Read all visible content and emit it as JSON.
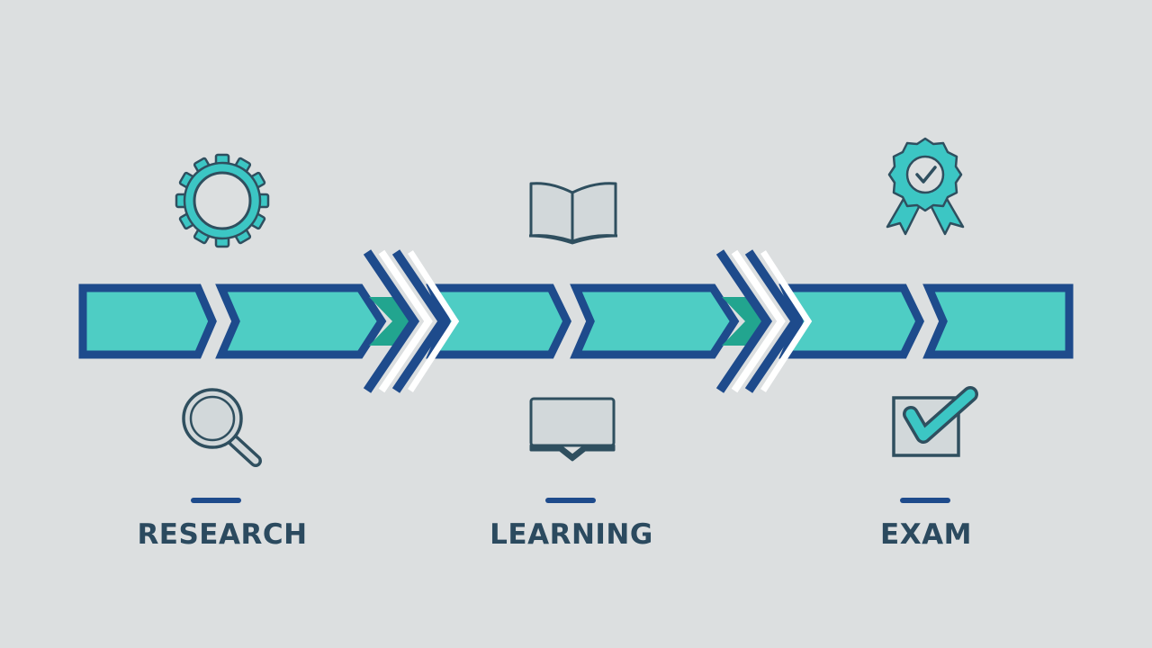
{
  "stages": [
    {
      "label": "RESEARCH"
    },
    {
      "label": "LEARNING"
    },
    {
      "label": "EXAM"
    }
  ],
  "icons": {
    "top": [
      "gear-icon",
      "open-book-icon",
      "award-badge-icon"
    ],
    "bottom": [
      "magnifier-icon",
      "tablet-book-icon",
      "checkbox-check-icon"
    ]
  },
  "colors": {
    "background": "#dcdfe0",
    "arrow_fill": "#4ecdc4",
    "arrow_stroke": "#1e4b8c",
    "chevron_dark": "#1a8a78",
    "icon_stroke": "#2f4f5f",
    "icon_teal": "#3cc6c4",
    "label_text": "#2b4a5f"
  }
}
